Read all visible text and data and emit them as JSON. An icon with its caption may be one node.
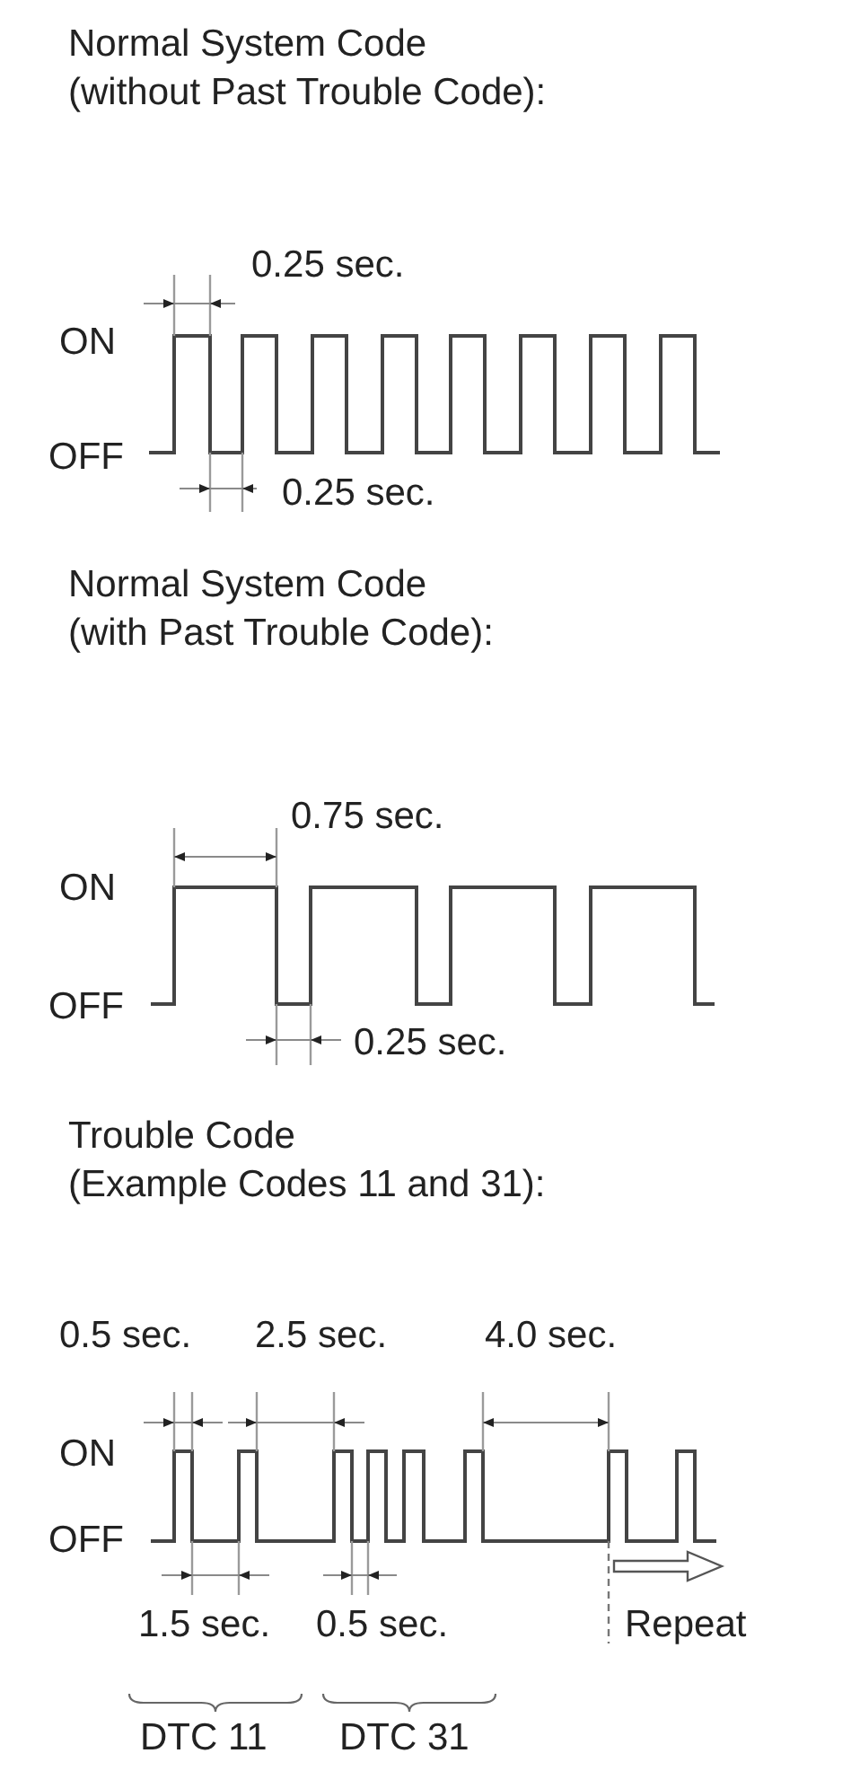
{
  "diagram": {
    "labels": [
      "Normal System Code (without Past Trouble Code):",
      "0.25 sec.",
      "ON",
      "OFF",
      "0.25 sec.",
      "Normal System Code (with Past Trouble Code):",
      "0.75 sec.",
      "ON",
      "OFF",
      "0.25 sec.",
      "Trouble Code (Example Codes 11 and 31):",
      "0.5 sec.",
      "2.5 sec.",
      "4.0 sec.",
      "ON",
      "OFF",
      "1.5 sec.",
      "0.5 sec.",
      "Repeat",
      "DTC 11",
      "DTC 31"
    ]
  }
}
